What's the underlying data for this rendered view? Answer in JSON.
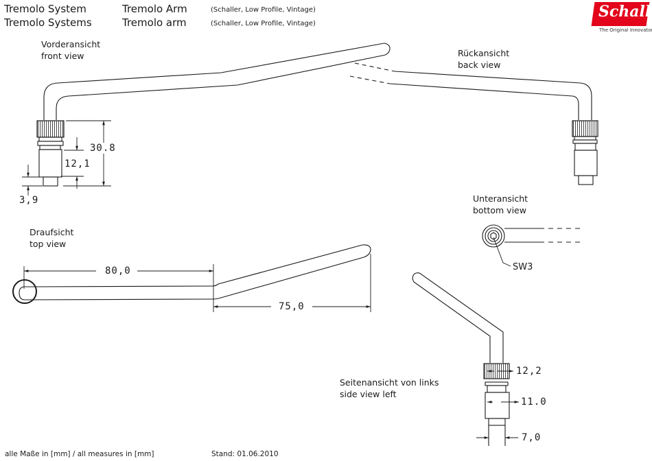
{
  "header": {
    "category_de": "Tremolo System",
    "category_en": "Tremolo Systems",
    "product_de": "Tremolo Arm",
    "product_en": "Tremolo arm",
    "variants_de": "(Schaller, Low Profile, Vintage)",
    "variants_en": "(Schaller, Low Profile, Vintage)"
  },
  "logo": {
    "brand": "Schaller",
    "tagline": "The Original Innovators",
    "color": "#e3051b"
  },
  "views": {
    "front": {
      "label_de": "Vorderansicht",
      "label_en": "front view"
    },
    "back": {
      "label_de": "Rückansicht",
      "label_en": "back view"
    },
    "bottom": {
      "label_de": "Unteransicht",
      "label_en": "bottom view"
    },
    "top": {
      "label_de": "Draufsicht",
      "label_en": "top view"
    },
    "side": {
      "label_de": "Seitenansicht von links",
      "label_en": "side view left"
    }
  },
  "dimensions": {
    "overall_height": "30.8",
    "sleeve_height": "12,1",
    "tip_height": "3,9",
    "straight_length": "80,0",
    "angled_length": "75,0",
    "knurl_diameter": "12,2",
    "sleeve_diameter": "11.0",
    "tip_diameter": "7,0",
    "hex_key": "SW3"
  },
  "footer": {
    "units": "alle Maße in [mm] / all measures in [mm]",
    "date": "Stand: 01.06.2010"
  }
}
